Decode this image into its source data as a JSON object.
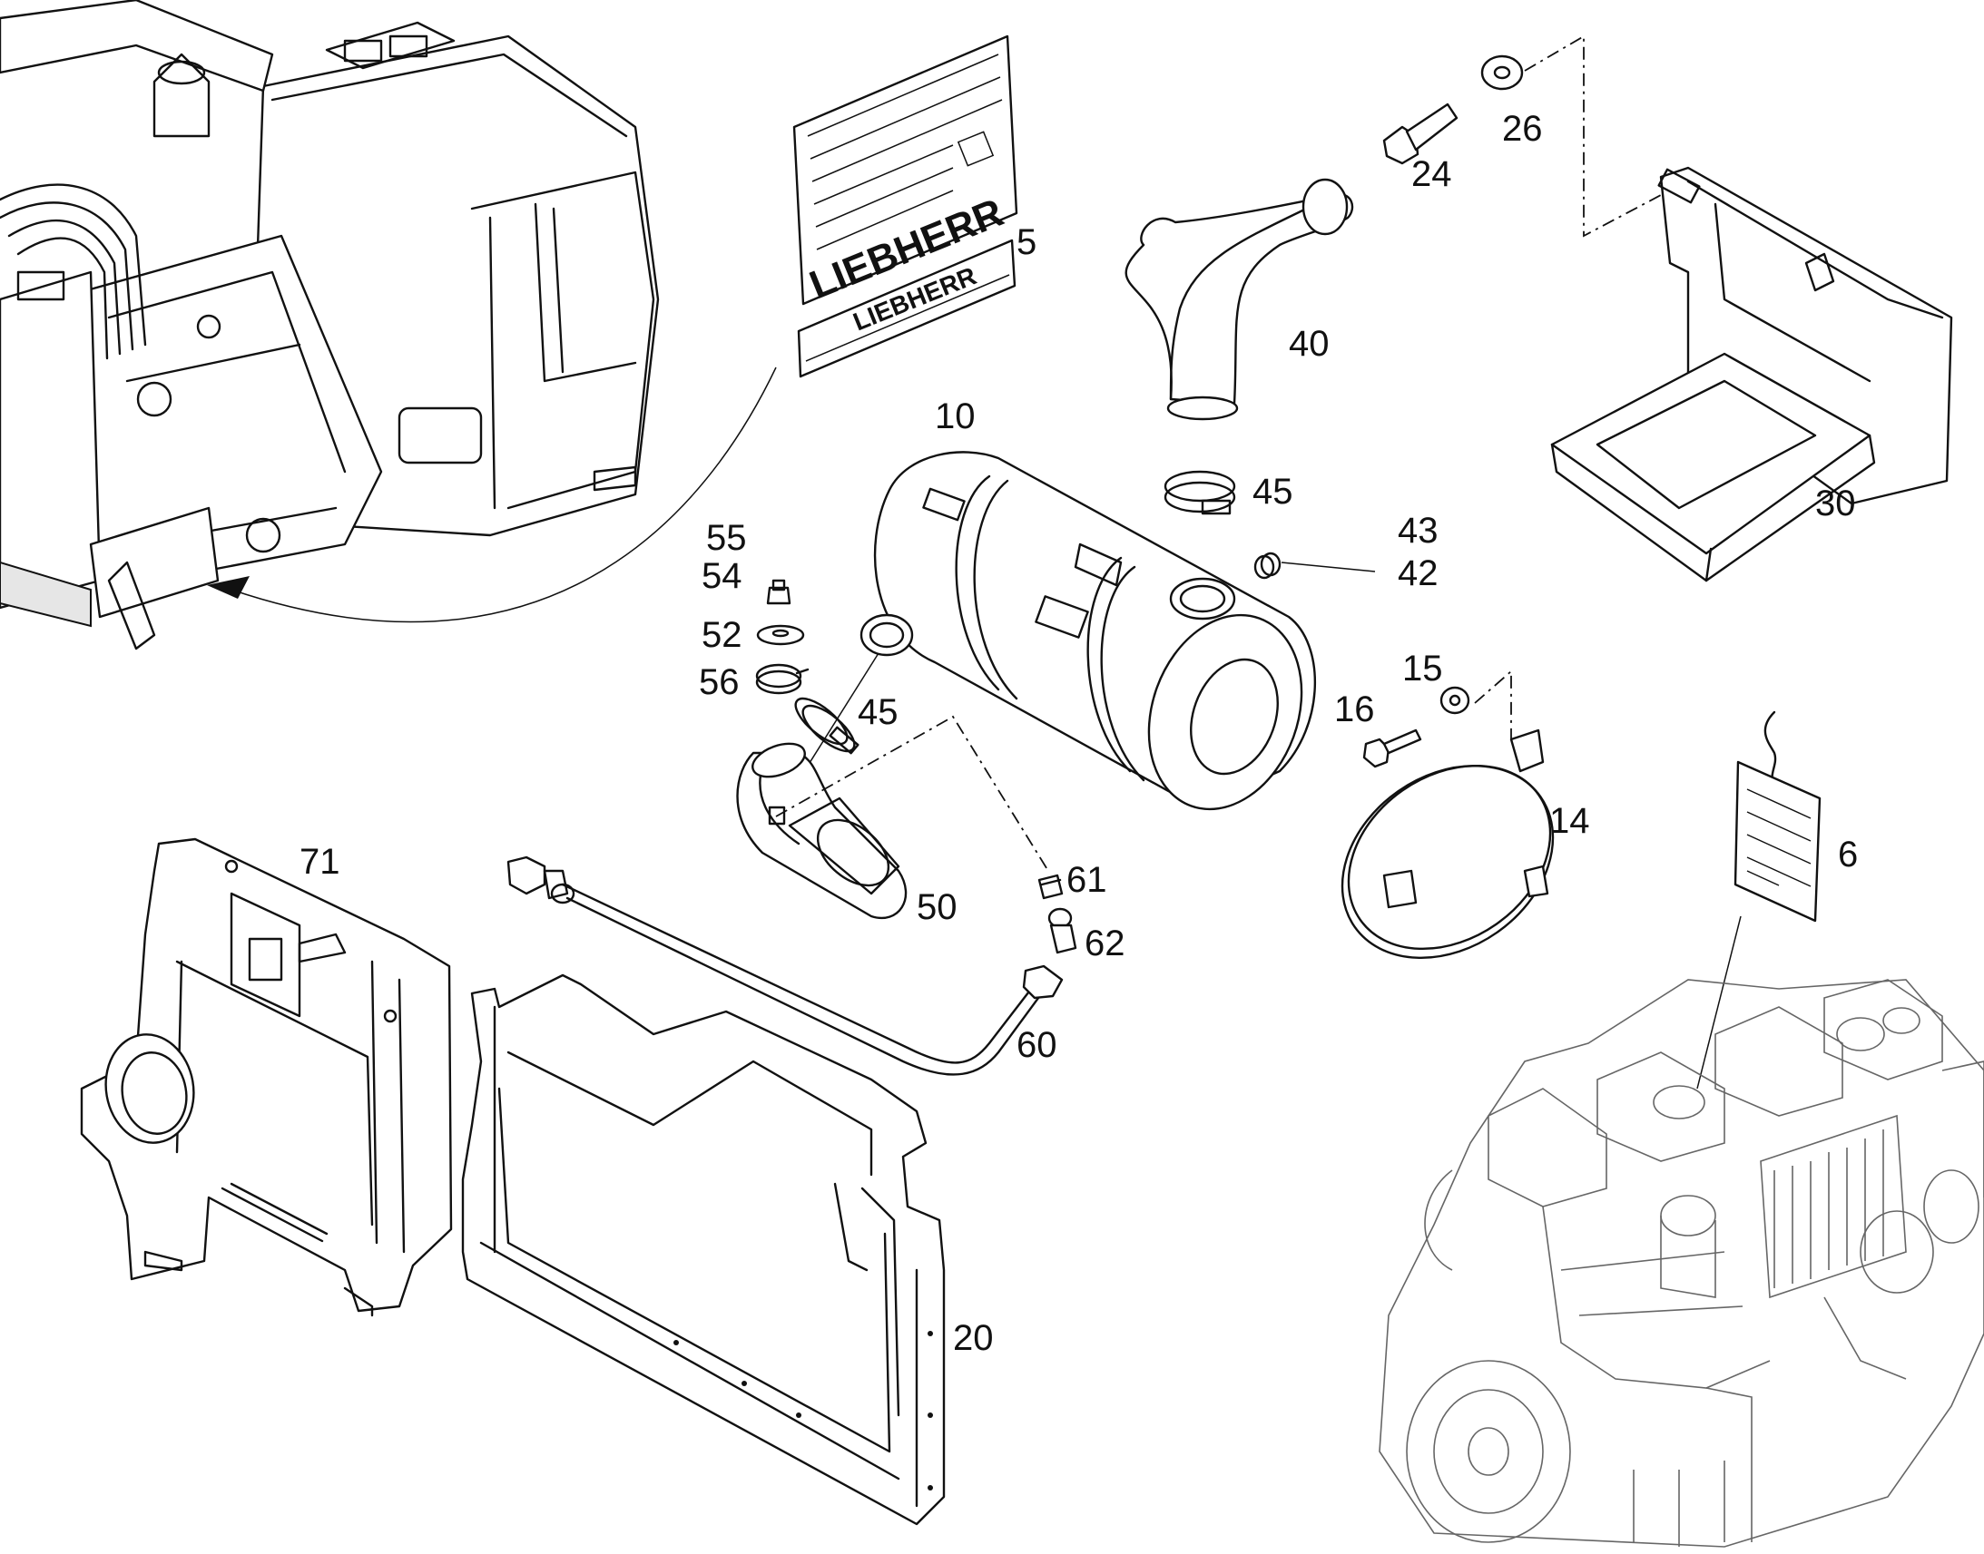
{
  "plate": {
    "brand_top": "LIEBHERR",
    "brand_bottom": "LIEBHERR"
  },
  "labels": {
    "p5": "5",
    "p6": "6",
    "p10": "10",
    "p14": "14",
    "p15": "15",
    "p16": "16",
    "p20": "20",
    "p24": "24",
    "p26": "26",
    "p30": "30",
    "p40": "40",
    "p42": "42",
    "p43": "43",
    "p45a": "45",
    "p45b": "45",
    "p50": "50",
    "p52": "52",
    "p54": "54",
    "p55": "55",
    "p56": "56",
    "p60": "60",
    "p61": "61",
    "p62": "62",
    "p71": "71"
  },
  "colors": {
    "line": "#111111",
    "engine_line": "#666666",
    "background": "#ffffff"
  }
}
